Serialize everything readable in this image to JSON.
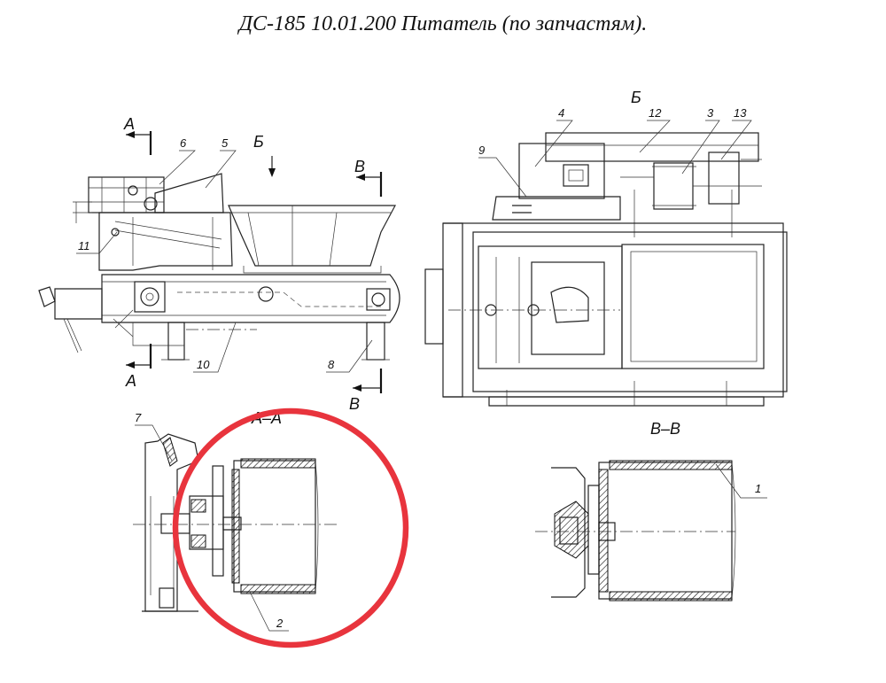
{
  "title": "ДС-185 10.01.200 Питатель (по запчастям).",
  "highlight_color": "#e8343d",
  "section_labels": {
    "a_top": "А",
    "a_bottom": "А",
    "b_top": "Б",
    "b_view": "Б",
    "v_top": "В",
    "v_bottom": "В",
    "section_aa": "А–А",
    "section_vv": "В–В"
  },
  "callouts": {
    "c1": "1",
    "c2": "2",
    "c3": "3",
    "c4": "4",
    "c5": "5",
    "c6": "6",
    "c7": "7",
    "c8": "8",
    "c9": "9",
    "c10": "10",
    "c11": "11",
    "c12": "12",
    "c13": "13"
  }
}
